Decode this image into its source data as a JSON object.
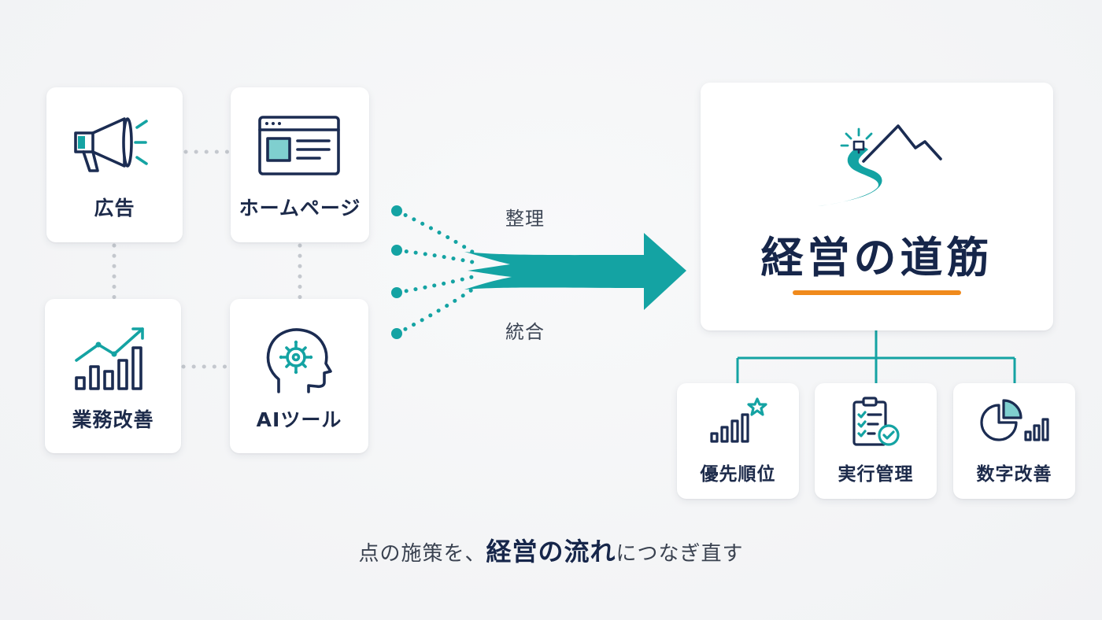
{
  "source_items": [
    {
      "label": "広告",
      "icon": "megaphone-icon"
    },
    {
      "label": "ホームページ",
      "icon": "browser-window-icon"
    },
    {
      "label": "業務改善",
      "icon": "rising-chart-icon"
    },
    {
      "label": "AIツール",
      "icon": "ai-head-icon"
    }
  ],
  "flow": {
    "top_label": "整理",
    "bottom_label": "統合"
  },
  "main": {
    "title": "経営の道筋",
    "icon": "mountain-path-icon"
  },
  "sub_items": [
    {
      "label": "優先順位",
      "icon": "bar-star-icon"
    },
    {
      "label": "実行管理",
      "icon": "clipboard-check-icon"
    },
    {
      "label": "数字改善",
      "icon": "pie-bar-icon"
    }
  ],
  "tagline": {
    "before": "点の施策を、",
    "emphasis": "経営の流れ",
    "after": "につなぎ直す"
  },
  "colors": {
    "teal": "#14a3a3",
    "navy": "#16264a",
    "orange": "#f08a1c"
  }
}
